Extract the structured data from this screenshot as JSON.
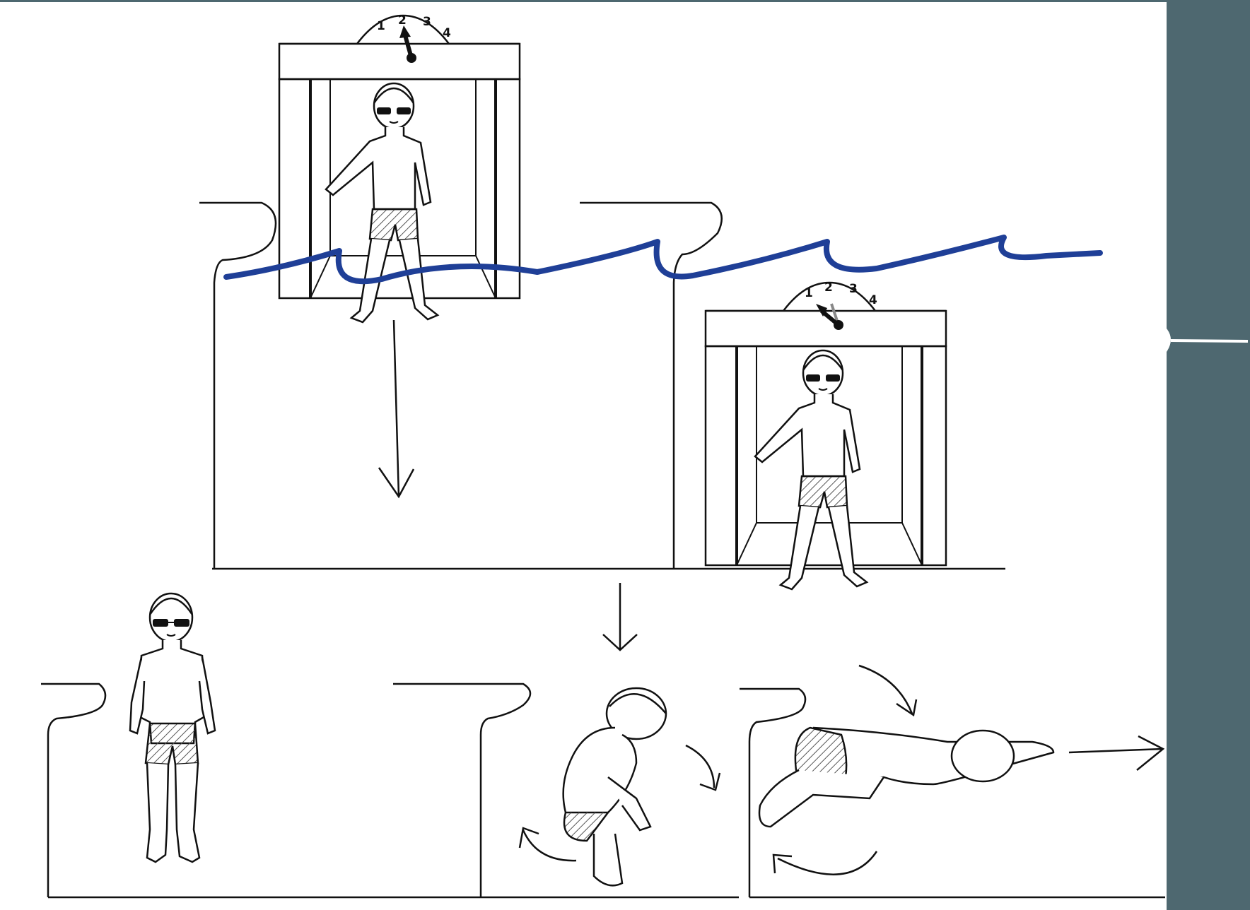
{
  "diagram": {
    "description": "Hand-drawn sequence of a swimmer on a starting block, waiting on a starting timer with dial 1-4, then crouching and diving into the water",
    "colors": {
      "background": "#ffffff",
      "line": "#111111",
      "water": "#1f3f97",
      "side_panel": "#4e6870",
      "trunks_hatch": "#555555",
      "timer_hand_secondary": "#888888"
    },
    "timer_dial_labels": [
      "1",
      "2",
      "3",
      "4"
    ],
    "scenes": [
      {
        "id": "timer-booth-1",
        "description": "Swimmer in starting booth, dial hand pointing to 2, standing above water line"
      },
      {
        "id": "timer-booth-2",
        "description": "Swimmer in starting booth, dial hand moving from 1 toward 2"
      },
      {
        "id": "standing-swimmer",
        "description": "Swimmer standing on block at rest"
      },
      {
        "id": "crouching-swimmer",
        "description": "Swimmer crouching on block preparing to dive"
      },
      {
        "id": "diving-swimmer",
        "description": "Swimmer diving forward with arms extended"
      }
    ],
    "arrows": [
      "down-arrow-booth",
      "down-arrow-center",
      "rotation-arrows",
      "forward-arrow"
    ]
  }
}
